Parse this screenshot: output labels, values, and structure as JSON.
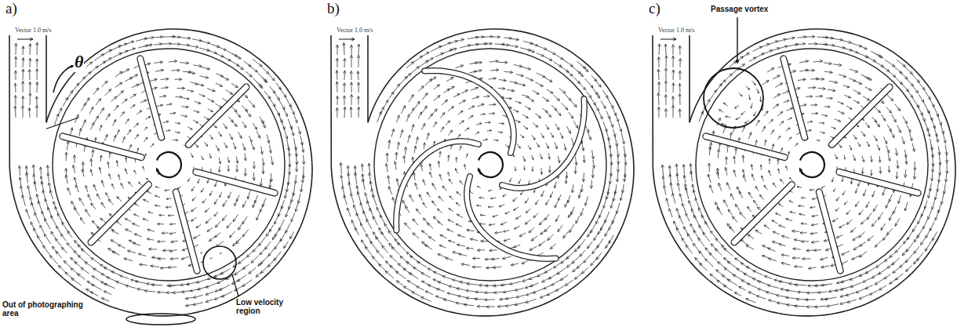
{
  "diagram": {
    "labels": [
      "a)",
      "Vector 1.0 m/s",
      "θ",
      "Out of photographing area",
      "Low velocity region",
      "b)",
      "Vector 1.0 m/s",
      "c)",
      "Vector 1.0 m/s",
      "Passage vortex"
    ]
  }
}
